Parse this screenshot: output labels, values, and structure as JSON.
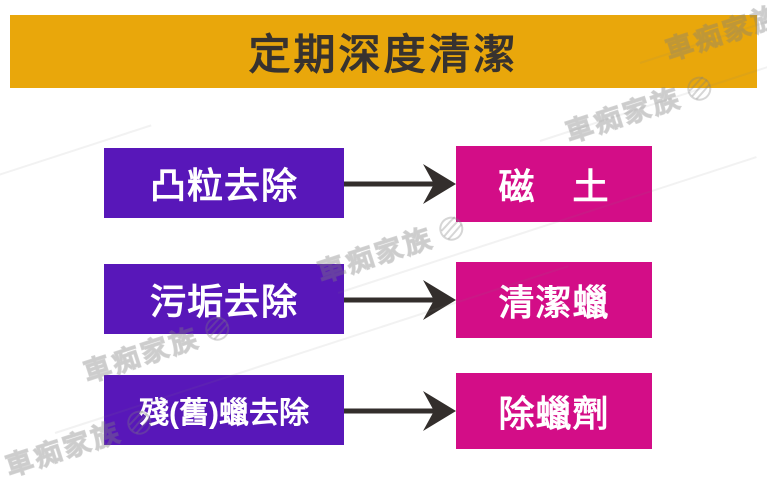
{
  "header": {
    "title": "定期深度清潔"
  },
  "flow": {
    "rows": [
      {
        "step": "凸粒去除",
        "tool": "磁　土"
      },
      {
        "step": "污垢去除",
        "tool": "清潔蠟"
      },
      {
        "step": "殘(舊)蠟去除",
        "tool": "除蠟劑"
      }
    ]
  },
  "watermark": {
    "text": "車痴家族",
    "icon": "globe-icon"
  },
  "colors": {
    "banner_bg": "#E9A70B",
    "banner_text": "#37322F",
    "step_box_bg": "#5817B9",
    "tool_box_bg": "#D30D87",
    "box_text": "#FFFFFF",
    "arrow": "#332E2C",
    "watermark": "#B5B5B5"
  }
}
